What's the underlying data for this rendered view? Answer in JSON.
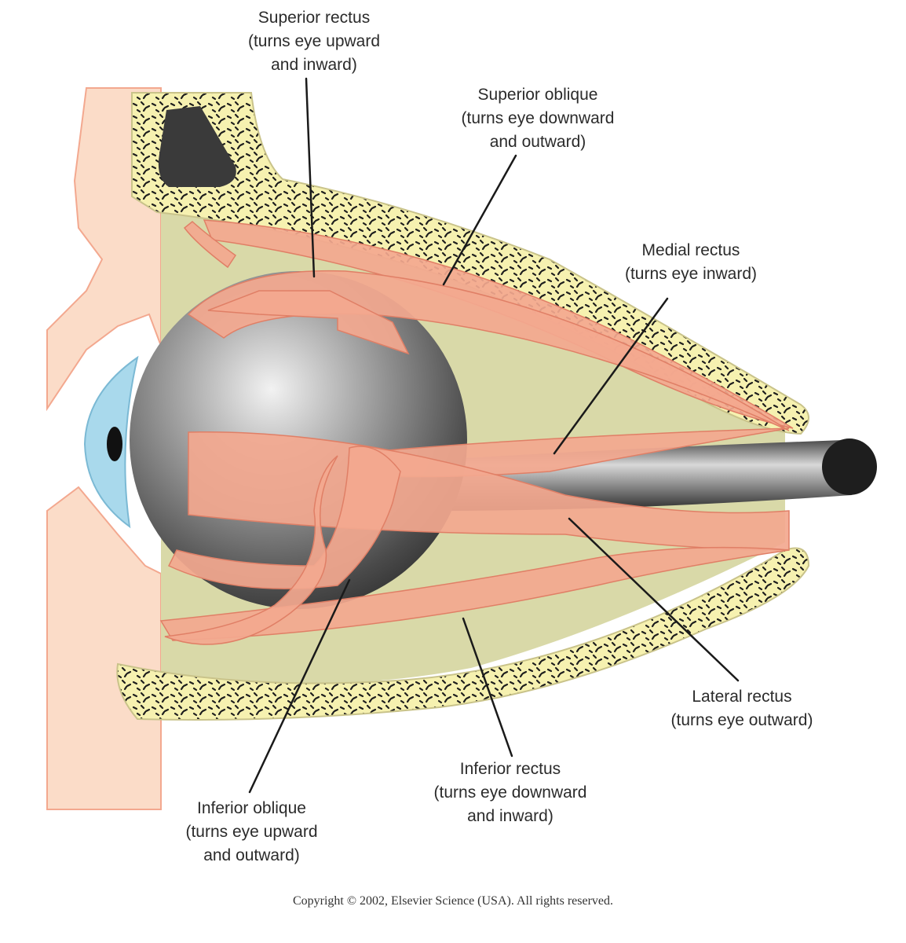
{
  "labels": {
    "superior_rectus": {
      "name": "Superior rectus",
      "line1": "(turns eye upward",
      "line2": "and inward)"
    },
    "superior_oblique": {
      "name": "Superior oblique",
      "line1": "(turns eye downward",
      "line2": "and outward)"
    },
    "medial_rectus": {
      "name": "Medial rectus",
      "line1": "(turns eye inward)"
    },
    "lateral_rectus": {
      "name": "Lateral rectus",
      "line1": "(turns eye outward)"
    },
    "inferior_rectus": {
      "name": "Inferior rectus",
      "line1": "(turns eye downward",
      "line2": "and inward)"
    },
    "inferior_oblique": {
      "name": "Inferior oblique",
      "line1": "(turns eye upward",
      "line2": "and outward)"
    }
  },
  "copyright": "Copyright © 2002, Elsevier Science (USA). All rights reserved.",
  "colors": {
    "skin": "#fbdcc8",
    "bone": "#f6f1b0",
    "orbit_fat": "#d9d9a8",
    "muscle": "#f3a88f",
    "eyeball": "#6e6e6e",
    "cornea": "#a9d9ec",
    "sinus": "#3a3a3a"
  }
}
